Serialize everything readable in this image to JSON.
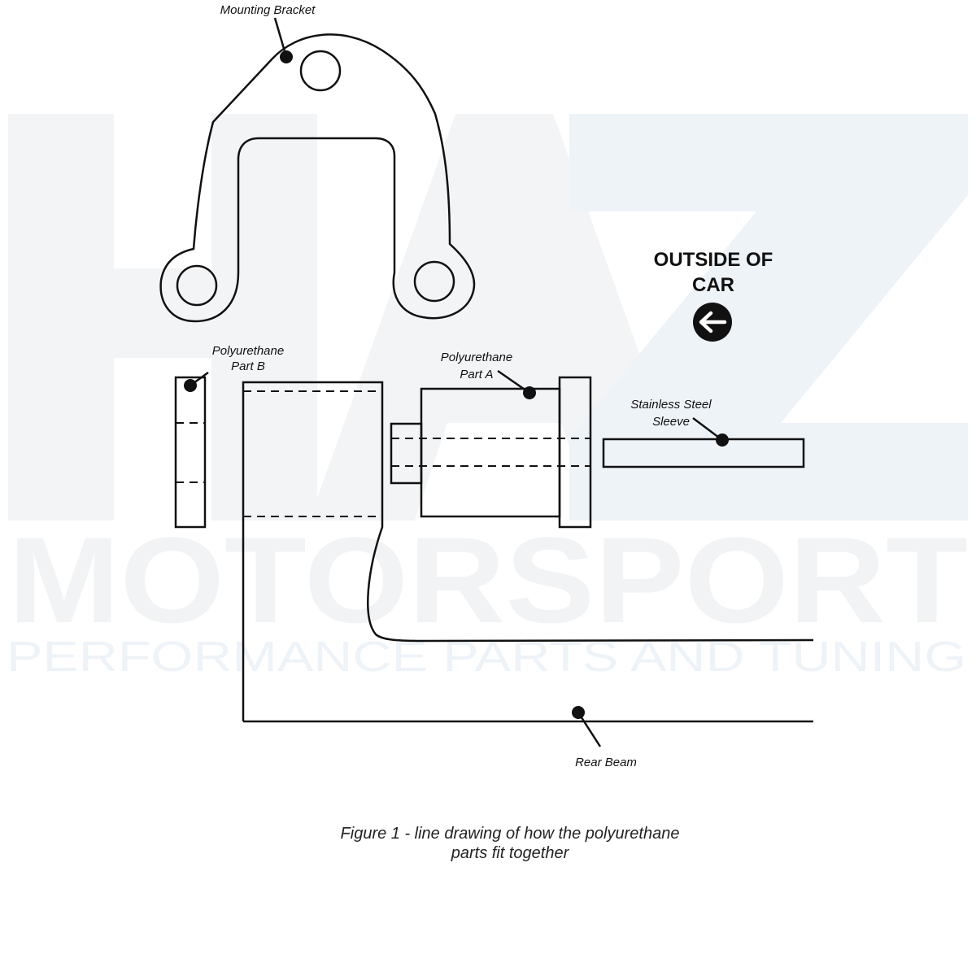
{
  "watermark": {
    "line1": "MOTORSPORT",
    "line2": "PERFORMANCE PARTS AND TUNING",
    "logo_letters": "HAZ"
  },
  "labels": {
    "mounting_bracket": "Mounting Bracket",
    "outside_line1": "OUTSIDE OF",
    "outside_line2": "CAR",
    "poly_b_line1": "Polyurethane",
    "poly_b_line2": "Part B",
    "poly_a_line1": "Polyurethane",
    "poly_a_line2": "Part A",
    "sleeve_line1": "Stainless Steel",
    "sleeve_line2": "Sleeve",
    "rear_beam": "Rear Beam"
  },
  "caption": {
    "line1": "Figure 1 - line drawing of how the polyurethane",
    "line2": "parts fit together"
  },
  "icons": {
    "direction": "arrow-left-circle-icon"
  },
  "colors": {
    "line": "#111111",
    "watermark_gray": "#f2f3f5",
    "watermark_blue": "#eef3f8"
  }
}
